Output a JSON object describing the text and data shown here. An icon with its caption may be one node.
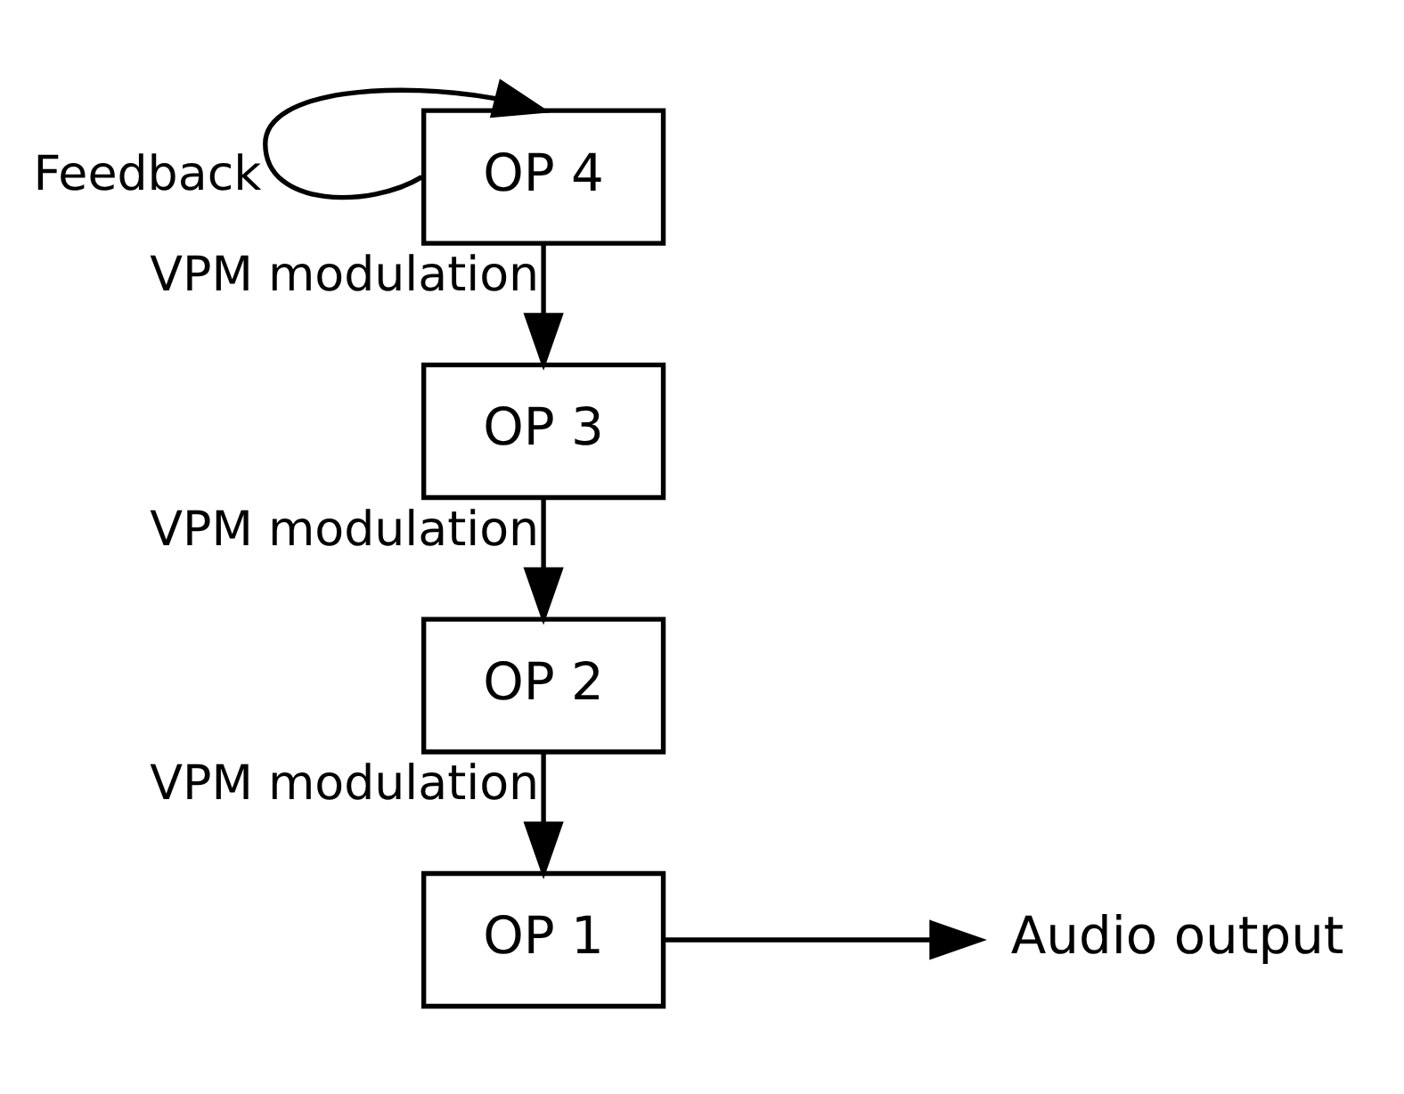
{
  "diagram": {
    "nodes": [
      {
        "text": [
          "OP 4"
        ]
      },
      {
        "text": [
          "OP 3"
        ]
      },
      {
        "text": [
          "OP 2"
        ]
      },
      {
        "text": [
          "OP 1"
        ]
      },
      {
        "text": [
          "Audio output"
        ]
      }
    ],
    "edges": [
      {
        "from": 0,
        "to": 0,
        "arrow": "to",
        "label": "Feedback"
      },
      {
        "from": 0,
        "to": 1,
        "arrow": "to",
        "label": "VPM modulation"
      },
      {
        "from": 1,
        "to": 2,
        "arrow": "to",
        "label": "VPM modulation"
      },
      {
        "from": 2,
        "to": 3,
        "arrow": "to",
        "label": "VPM modulation"
      },
      {
        "from": 3,
        "to": 4,
        "arrow": "to"
      }
    ]
  }
}
